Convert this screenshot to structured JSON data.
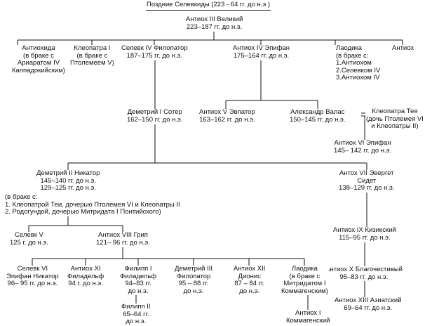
{
  "title": "Поздние Селевкиды (223 - 64 гг. до н.э.)",
  "people": {
    "antiochus3": [
      "Антиох III Великий",
      "223–187 гг. до н.э."
    ],
    "antiochida": [
      "Антиохида",
      "(в браке с",
      "Ариаратом IV",
      "Каппадокийским)"
    ],
    "cleopatra1": [
      "Клеопатра I",
      "(в браке с",
      "Птолемеем V)"
    ],
    "seleucus4": [
      "Селевк IV Филопатор",
      "187–175 гг. до н.э."
    ],
    "antiochus4": [
      "Антиох IV Эпифан",
      "175–164 гг. до н.э."
    ],
    "laodice_a": [
      "Лаодика",
      "(в браке с:",
      "1.Антиохом",
      "2.Селевком IV",
      "3.Антиохом IV"
    ],
    "antiochus_son": [
      "Антиох"
    ],
    "demetrius1": [
      "Деметрий I Сотер",
      "162–150 гг. до н.э."
    ],
    "antiochus5": [
      "Антиох V Эвпатор",
      "163–162 гг. до н.э."
    ],
    "alexander_balas": [
      "Александр Валас",
      "150–145 гг. до н.э."
    ],
    "cleopatra_thea": [
      "Клеопатра Тея",
      "(дочь Птолемея VI",
      "и Клеопатры II)"
    ],
    "antiochus6": [
      "Антиох VI Эпифан",
      "145– 142 гг. до н.э."
    ],
    "demetrius2": [
      "Деметрий II Никатор",
      "145–140 гг. до н.э.",
      "129–125 гг. до н.э."
    ],
    "demetrius2_marriage": [
      "(в браке с:",
      "1. Клеопатрой Теи, дочерью Птолемея VI и Клеопатры II",
      "2. Родогундой, дочерью Митридата I Понтийского)"
    ],
    "antiochus7": [
      "Антох VII Эвергет",
      "Сидет",
      "138–129 гг. до н.э."
    ],
    "seleucus5": [
      "Селевк V",
      "125 г. до н.э."
    ],
    "antiochus8": [
      "Антиох VIII Грип",
      "121– 96 гг. до н.э."
    ],
    "antiochus9": [
      "Антиох IX Кизикский",
      "115–95 гг. до н.э."
    ],
    "antiochus10": [
      "Антиох X Благочестивый",
      "95–83 гг. до н.э."
    ],
    "antiochus13": [
      "Антиох XIII Азиатский",
      "69–64 гг. до н.э."
    ],
    "seleucus6": [
      "Селевк VI",
      "Эпифан Никатор",
      "96– 95 гг. до н.э."
    ],
    "antiochus11": [
      "Антиох XI",
      "Филадельф",
      "94 г. до н.э."
    ],
    "philip1": [
      "Филипп I",
      "Филадельф",
      "94–83 гг.",
      "до н.э."
    ],
    "philip2": [
      "Филипп II",
      "65–64 гг.",
      "до н.э."
    ],
    "demetrius3": [
      "Деметрий III",
      "Филопатор",
      "95 – 88 гг.",
      "до н.э."
    ],
    "antiochus12": [
      "Антиох XII",
      "Дионис",
      "87 – 84 гг.",
      "до н.э."
    ],
    "laodice_b": [
      "Лаодика",
      "(в браке с",
      "Митридатом I",
      "Коммагенским)"
    ],
    "antiochus1_comm": [
      "Антиох I",
      "Коммагенский"
    ]
  }
}
